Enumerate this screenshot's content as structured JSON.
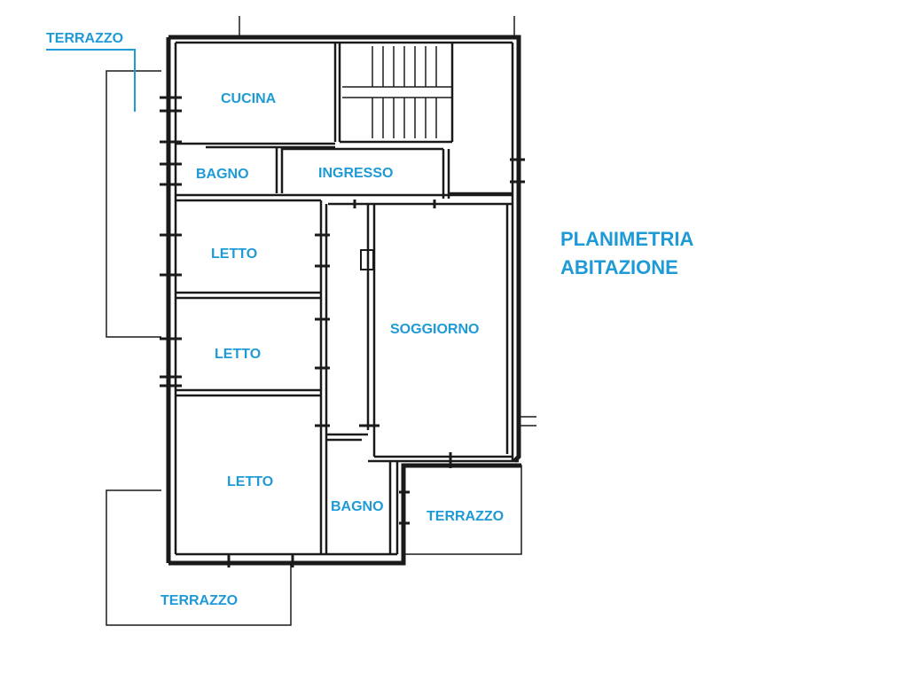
{
  "title": {
    "line1": "PLANIMETRIA",
    "line2": "ABITAZIONE"
  },
  "rooms": {
    "terrazzo_nw": "TERRAZZO",
    "cucina": "CUCINA",
    "bagno_top": "BAGNO",
    "ingresso": "INGRESSO",
    "letto_1": "LETTO",
    "letto_2": "LETTO",
    "letto_3": "LETTO",
    "soggiorno": "SOGGIORNO",
    "bagno_bottom": "BAGNO",
    "terrazzo_se": "TERRAZZO",
    "terrazzo_sw": "TERRAZZO"
  },
  "colors": {
    "label": "#1e9ad6",
    "wall": "#1a1a1a"
  }
}
